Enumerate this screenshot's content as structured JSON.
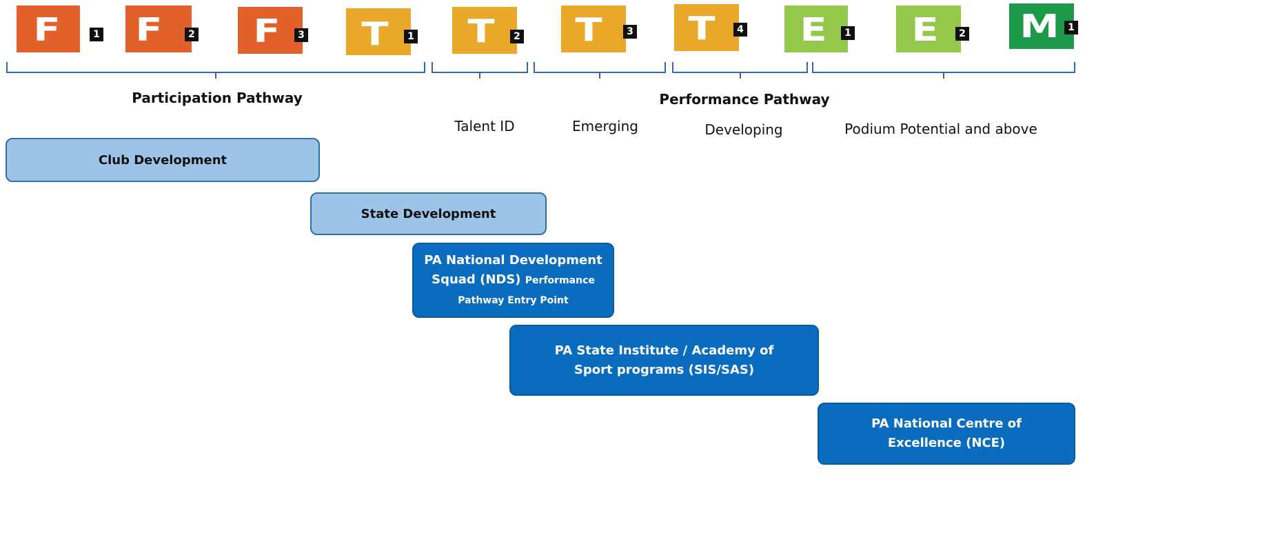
{
  "colors": {
    "foundation": "#e2602a",
    "talent": "#e9a829",
    "elite": "#93c84a",
    "mastery": "#1d9a49",
    "bracket": "#2e6ab3",
    "box_light": "#9dc3e6",
    "box_dark": "#0a6cbf"
  },
  "badges": [
    {
      "letter": "F",
      "number": "1",
      "color": "#e2602a"
    },
    {
      "letter": "F",
      "number": "2",
      "color": "#e2602a"
    },
    {
      "letter": "F",
      "number": "3",
      "color": "#e2602a"
    },
    {
      "letter": "T",
      "number": "1",
      "color": "#e9a829"
    },
    {
      "letter": "T",
      "number": "2",
      "color": "#e9a829"
    },
    {
      "letter": "T",
      "number": "3",
      "color": "#e9a829"
    },
    {
      "letter": "T",
      "number": "4",
      "color": "#e9a829"
    },
    {
      "letter": "E",
      "number": "1",
      "color": "#93c84a"
    },
    {
      "letter": "E",
      "number": "2",
      "color": "#93c84a"
    },
    {
      "letter": "M",
      "number": "1",
      "color": "#1d9a49"
    }
  ],
  "headings": {
    "participation": "Participation Pathway",
    "performance": "Performance Pathway"
  },
  "phases": [
    "Talent ID",
    "Emerging",
    "Developing",
    "Podium Potential and above"
  ],
  "programs": {
    "club": "Club Development",
    "state": "State Development",
    "nds_main": "PA National Development Squad (NDS)",
    "nds_sub": "Performance Pathway Entry Point",
    "sis_sas": "PA State Institute / Academy of Sport programs (SIS/SAS)",
    "nce": "PA National Centre of Excellence (NCE)"
  }
}
